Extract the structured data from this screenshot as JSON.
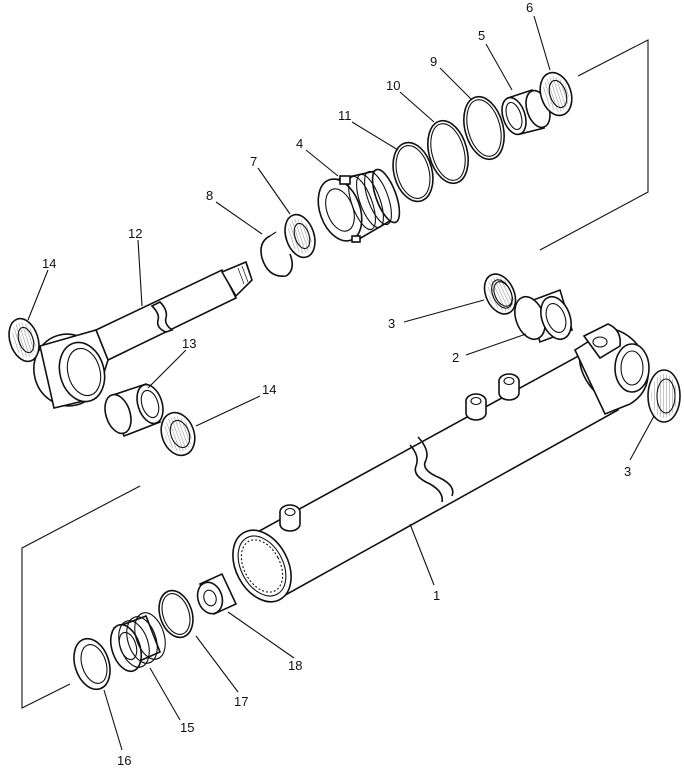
{
  "diagram": {
    "callouts": [
      {
        "id": "c1",
        "label": "1"
      },
      {
        "id": "c2",
        "label": "2"
      },
      {
        "id": "c3a",
        "label": "3"
      },
      {
        "id": "c3b",
        "label": "3"
      },
      {
        "id": "c4",
        "label": "4"
      },
      {
        "id": "c5",
        "label": "5"
      },
      {
        "id": "c6",
        "label": "6"
      },
      {
        "id": "c7",
        "label": "7"
      },
      {
        "id": "c8",
        "label": "8"
      },
      {
        "id": "c9",
        "label": "9"
      },
      {
        "id": "c10",
        "label": "10"
      },
      {
        "id": "c11",
        "label": "11"
      },
      {
        "id": "c12",
        "label": "12"
      },
      {
        "id": "c13",
        "label": "13"
      },
      {
        "id": "c14a",
        "label": "14"
      },
      {
        "id": "c14b",
        "label": "14"
      },
      {
        "id": "c15",
        "label": "15"
      },
      {
        "id": "c16",
        "label": "16"
      },
      {
        "id": "c17",
        "label": "17"
      },
      {
        "id": "c18",
        "label": "18"
      }
    ]
  }
}
